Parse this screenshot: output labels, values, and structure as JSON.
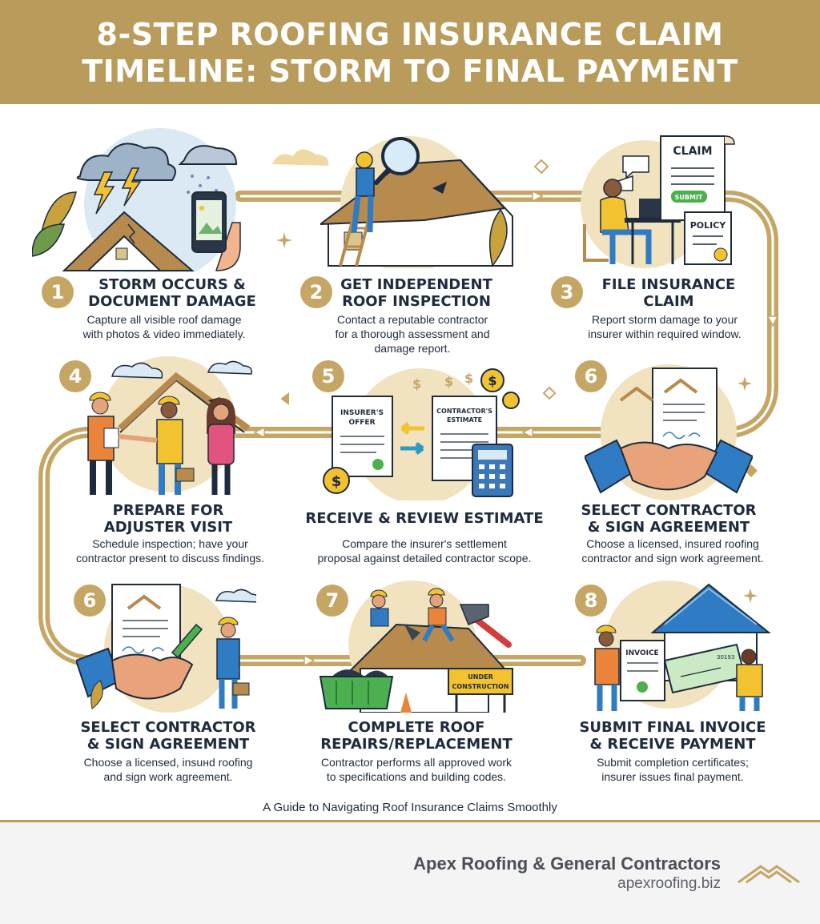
{
  "header": {
    "title_line1": "8-STEP ROOFING INSURANCE CLAIM",
    "title_line2": "TIMELINE: STORM TO FINAL PAYMENT"
  },
  "colors": {
    "gold": "#c6a665",
    "header": "#b99b5c",
    "navy": "#1e2b3c",
    "blue": "#2f7bc4",
    "footer": "#f4f4f4"
  },
  "steps": [
    {
      "number": "1",
      "title_line1": "STORM OCCURS &",
      "title_line2": "DOCUMENT DAMAGE",
      "desc_line1": "Capture all visible roof damage",
      "desc_line2": "with photos & video immediately.",
      "desc_line3": "",
      "icons": [
        "storm-cloud-icon",
        "lightning-icon",
        "house-roof-icon",
        "smartphone-camera-icon"
      ]
    },
    {
      "number": "2",
      "title_line1": "GET INDEPENDENT",
      "title_line2": "ROOF INSPECTION",
      "desc_line1": "Contact a reputable contractor",
      "desc_line2": "for a thorough assessment and",
      "desc_line3": "damage report.",
      "icons": [
        "inspector-on-ladder-icon",
        "magnifying-glass-icon",
        "house-icon"
      ]
    },
    {
      "number": "3",
      "title_line1": "FILE INSURANCE",
      "title_line2": "CLAIM",
      "desc_line1": "Report storm damage to your",
      "desc_line2": "insurer within required window.",
      "desc_line3": "",
      "labels": {
        "claim": "CLAIM",
        "submit": "SUBMIT",
        "policy": "POLICY"
      },
      "icons": [
        "person-at-computer-icon",
        "claim-form-icon",
        "policy-document-icon"
      ]
    },
    {
      "number": "4",
      "title_line1": "PREPARE FOR",
      "title_line2": "ADJUSTER VISIT",
      "desc_line1": "Schedule inspection; have your",
      "desc_line2": "contractor present to discuss findings.",
      "desc_line3": "",
      "icons": [
        "adjuster-icon",
        "contractor-icon",
        "homeowner-icon",
        "house-icon"
      ]
    },
    {
      "number": "5",
      "title_line1": "RECEIVE & REVIEW ESTIMATE",
      "title_line2": "",
      "desc_line1": "Compare the insurer's settlement",
      "desc_line2": "proposal against detailed contractor scope.",
      "desc_line3": "",
      "labels": {
        "offer_line1": "INSURER'S",
        "offer_line2": "OFFER",
        "estimate_line1": "CONTRACTOR'S",
        "estimate_line2": "ESTIMATE"
      },
      "icons": [
        "insurer-offer-document-icon",
        "contractor-estimate-document-icon",
        "compare-arrows-icon",
        "calculator-icon",
        "dollar-coin-icon"
      ]
    },
    {
      "number": "6",
      "title_line1": "SELECT CONTRACTOR",
      "title_line2": "& SIGN AGREEMENT",
      "desc_line1": "Choose a licensed, insured roofing",
      "desc_line2": "contractor and sign work agreement.",
      "desc_line3": "",
      "icons": [
        "signed-contract-icon",
        "handshake-icon"
      ]
    },
    {
      "number": "6",
      "title_line1": "SELECT CONTRACTOR",
      "title_line2": "& SIGN AGREEMENT",
      "desc_line1": "Choose a licensed, insuнd roofing",
      "desc_line2": "and sign work agreement.",
      "desc_line3": "",
      "icons": [
        "signed-contract-icon",
        "handshake-icon",
        "pen-icon",
        "contractor-icon"
      ]
    },
    {
      "number": "7",
      "title_line1": "COMPLETE ROOF",
      "title_line2": "REPAIRS/REPLACEMENT",
      "desc_line1": "Contractor performs all approved work",
      "desc_line2": "to specifications and building codes.",
      "desc_line3": "",
      "labels": {
        "sign_line1": "UNDER",
        "sign_line2": "CONSTRUCTION"
      },
      "icons": [
        "roofers-icon",
        "hammer-icon",
        "dumpster-icon",
        "under-construction-sign-icon"
      ]
    },
    {
      "number": "8",
      "title_line1": "SUBMIT FINAL INVOICE",
      "title_line2": "& RECEIVE PAYMENT",
      "desc_line1": "Submit completion certificates;",
      "desc_line2": "insurer issues final payment.",
      "desc_line3": "",
      "labels": {
        "invoice": "INVOICE",
        "check_number": "30193"
      },
      "icons": [
        "invoice-icon",
        "check-payment-icon",
        "new-roof-house-icon"
      ]
    }
  ],
  "subtitle": "A Guide to Navigating Roof Insurance Claims Smoothly",
  "footer": {
    "company": "Apex Roofing & General Contractors",
    "website": "apexroofing.biz",
    "logo_icon": "mountain-roof-logo-icon"
  }
}
